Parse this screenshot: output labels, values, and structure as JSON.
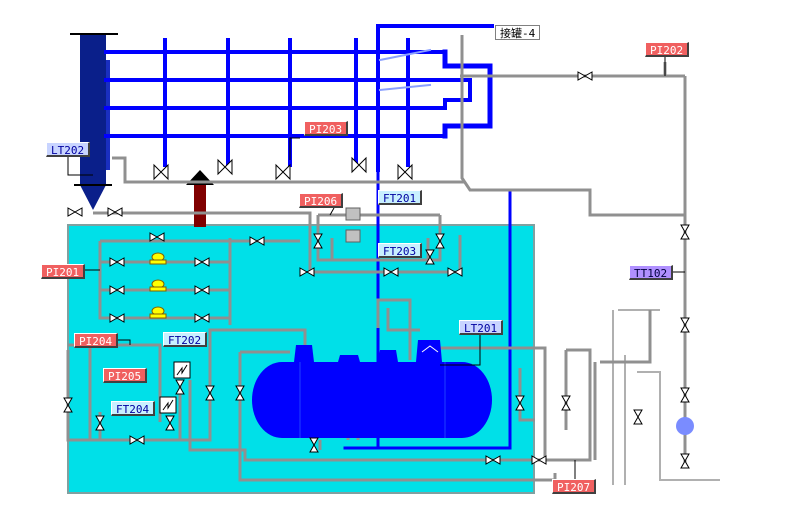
{
  "tags": {
    "tank_link": "接罐-4",
    "pi202": "PI202",
    "pi203": "PI203",
    "lt202": "LT202",
    "pi206": "PI206",
    "ft201": "FT201",
    "ft203": "FT203",
    "pi201": "PI201",
    "tt102": "TT102",
    "pi204": "PI204",
    "ft202": "FT202",
    "lt201": "LT201",
    "pi205": "PI205",
    "ft204": "FT204",
    "pi207": "PI207"
  },
  "colors": {
    "pool": "#00e0e8",
    "pool_border": "#80a0a0",
    "pipe_gray": "#909090",
    "pipe_blue": "#0000ff",
    "pipe_brown": "#800000",
    "tank": "#0000ff",
    "pressure_tag": "#f06060",
    "flow_tag": "#c8f0ff",
    "level_tag": "#c8d4ff",
    "temp_tag": "#b090ff",
    "control_valve": "#ffff00"
  },
  "icons": [
    "valve-icon",
    "control-valve-icon",
    "flow-meter-icon",
    "pump-icon",
    "column-icon"
  ]
}
